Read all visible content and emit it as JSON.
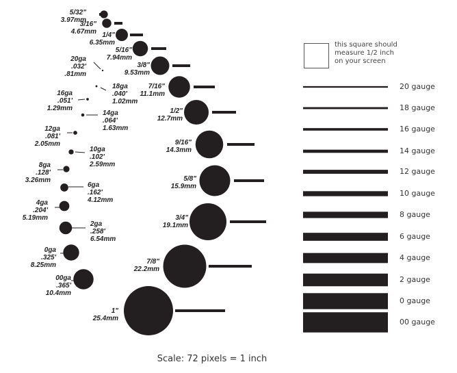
{
  "caption": "Scale: 72 pixels = 1 inch",
  "calibration": {
    "note_lines": [
      "this square should",
      "measure 1/2 inch",
      "on your screen"
    ],
    "square_inches": 0.5
  },
  "pixels_per_inch": 72,
  "colors": {
    "ink": "#231f20",
    "text": "#222222",
    "square_border": "#555555"
  },
  "plugs": [
    {
      "lines": [
        "5/32\"",
        "3.97mm"
      ],
      "inches": 0.15625
    },
    {
      "lines": [
        "3/16\"",
        "4.67mm"
      ],
      "inches": 0.1875
    },
    {
      "lines": [
        "1/4\"",
        "6.35mm"
      ],
      "inches": 0.25
    },
    {
      "lines": [
        "5/16\"",
        "7.94mm"
      ],
      "inches": 0.3125
    },
    {
      "lines": [
        "3/8\"",
        "9.53mm"
      ],
      "inches": 0.375
    },
    {
      "lines": [
        "7/16\"",
        "11.1mm"
      ],
      "inches": 0.4375
    },
    {
      "lines": [
        "1/2\"",
        "12.7mm"
      ],
      "inches": 0.5
    },
    {
      "lines": [
        "9/16\"",
        "14.3mm"
      ],
      "inches": 0.5625
    },
    {
      "lines": [
        "5/8\"",
        "15.9mm"
      ],
      "inches": 0.625
    },
    {
      "lines": [
        "3/4\"",
        "19.1mm"
      ],
      "inches": 0.75
    },
    {
      "lines": [
        "7/8\"",
        "22.2mm"
      ],
      "inches": 0.875
    },
    {
      "lines": [
        "1\"",
        "25.4mm"
      ],
      "inches": 1.0
    }
  ],
  "gauges": [
    {
      "lines": [
        "20ga",
        ".032'",
        ".81mm"
      ],
      "mm": 0.81
    },
    {
      "lines": [
        "18ga",
        ".040'",
        "1.02mm"
      ],
      "mm": 1.02
    },
    {
      "lines": [
        "16ga",
        ".051'",
        "1.29mm"
      ],
      "mm": 1.29
    },
    {
      "lines": [
        "14ga",
        ".064'",
        "1.63mm"
      ],
      "mm": 1.63
    },
    {
      "lines": [
        "12ga",
        ".081'",
        "2.05mm"
      ],
      "mm": 2.05
    },
    {
      "lines": [
        "10ga",
        ".102'",
        "2.59mm"
      ],
      "mm": 2.59
    },
    {
      "lines": [
        "8ga",
        ".128'",
        "3.26mm"
      ],
      "mm": 3.26
    },
    {
      "lines": [
        "6ga",
        ".162'",
        "4.12mm"
      ],
      "mm": 4.12
    },
    {
      "lines": [
        "4ga",
        ".204'",
        "5.19mm"
      ],
      "mm": 5.19
    },
    {
      "lines": [
        "2ga",
        ".258'",
        "6.54mm"
      ],
      "mm": 6.54
    },
    {
      "lines": [
        "0ga",
        ".325'",
        "8.25mm"
      ],
      "mm": 8.25
    },
    {
      "lines": [
        "00ga",
        ".365'",
        "10.4mm"
      ],
      "mm": 10.4
    }
  ],
  "gauge_bars": [
    {
      "label": "20 gauge",
      "mm": 0.81
    },
    {
      "label": "18 gauge",
      "mm": 1.02
    },
    {
      "label": "16 gauge",
      "mm": 1.29
    },
    {
      "label": "14 gauge",
      "mm": 1.63
    },
    {
      "label": "12 gauge",
      "mm": 2.05
    },
    {
      "label": "10 gauge",
      "mm": 2.59
    },
    {
      "label": "8 gauge",
      "mm": 3.26
    },
    {
      "label": "6 gauge",
      "mm": 4.12
    },
    {
      "label": "4 gauge",
      "mm": 5.19
    },
    {
      "label": "2 gauge",
      "mm": 6.54
    },
    {
      "label": "0 gauge",
      "mm": 8.25
    },
    {
      "label": "00 gauge",
      "mm": 10.4
    }
  ]
}
